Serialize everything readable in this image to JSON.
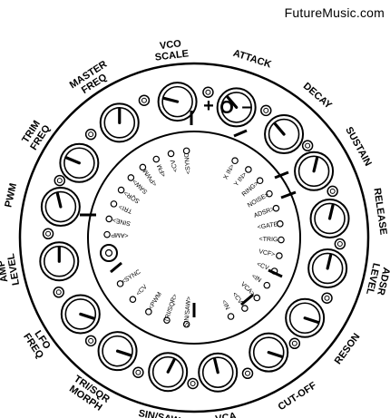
{
  "brand": "FutureMusic.com",
  "knob_labels": [
    "VCO SCALE",
    "ATTACK",
    "DECAY",
    "SUSTAIN",
    "RELEASE",
    "ADSR LEVEL",
    "RESON",
    "CUT-OFF",
    "VCA LEVEL",
    "SIN/SAW MORPH",
    "TRI/SQR MORPH",
    "LFO FREQ",
    "AMP LEVEL",
    "PWM",
    "TRIM FREQ",
    "MASTER FREQ"
  ],
  "knob_positions": [
    0.22,
    0.35,
    0.35,
    0.55,
    0.55,
    0.55,
    0.9,
    0.9,
    0.45,
    0.6,
    0.9,
    0.9,
    0.5,
    0.45,
    0.25,
    0.5
  ],
  "jack_labels_left": [
    "<SYNC",
    "<CV",
    "<FM",
    "<PWM",
    "SAW>",
    "SQR>",
    "TRI>",
    "SINE>",
    "<AMP"
  ],
  "jack_labels_right": [
    "X IN>",
    "Y IN>",
    "RING>",
    "NOISE>",
    "ADSR>",
    "<GATE",
    "<TRIG",
    "VCF>",
    "<CV",
    "<IN",
    "VCA>",
    "<CV",
    "<IN"
  ],
  "jack_labels_bottom": [
    "<SYNC",
    "<CV",
    "<PWM",
    "TRI/SQR>",
    "SIN/SAW>"
  ],
  "symbols": [
    "+",
    "O",
    "–"
  ]
}
